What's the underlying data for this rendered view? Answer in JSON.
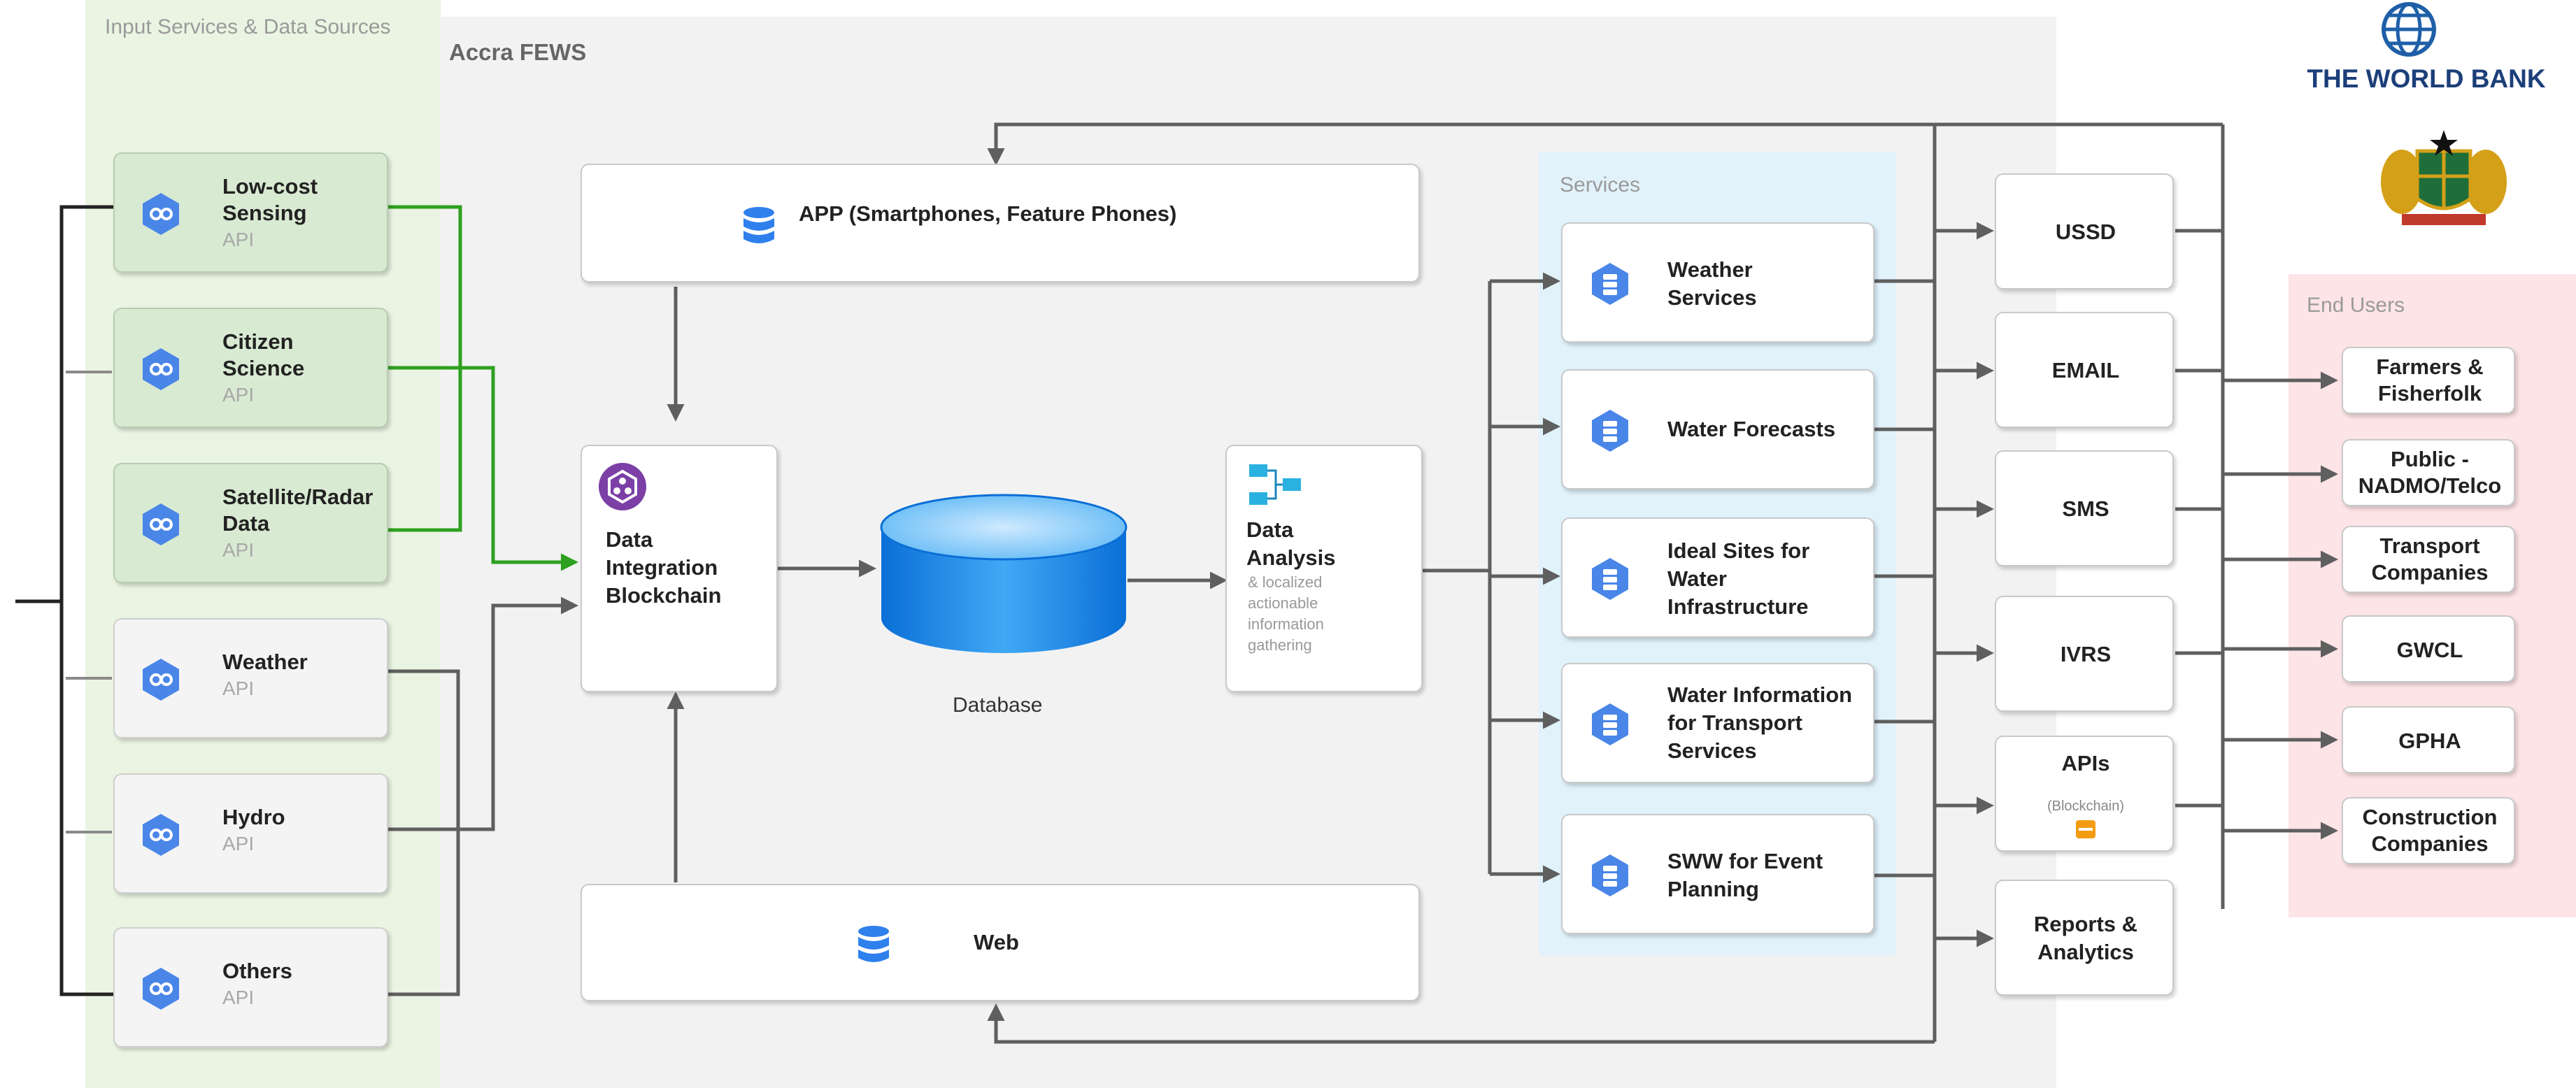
{
  "zones": {
    "input": "Input Services & Data Sources",
    "system": "Accra FEWS",
    "services": "Services",
    "end_users": "End Users"
  },
  "logos": {
    "world_bank": "THE WORLD BANK"
  },
  "inputs": [
    {
      "title": "Low-cost\nSensing",
      "sub": "API"
    },
    {
      "title": "Citizen\nScience",
      "sub": "API"
    },
    {
      "title": "Satellite/Radar\nData",
      "sub": "API"
    },
    {
      "title": "Weather",
      "sub": "API"
    },
    {
      "title": "Hydro",
      "sub": "API"
    },
    {
      "title": "Others",
      "sub": "API"
    }
  ],
  "app": "APP (Smartphones, Feature Phones)",
  "web": "Web",
  "integration": "Data\nIntegration\nBlockchain",
  "database": "Database",
  "analysis": {
    "title": "Data\nAnalysis",
    "sub": "& localized\nactionable\ninformation\ngathering"
  },
  "services": [
    "Weather\nServices",
    "Water Forecasts",
    "Ideal Sites for\nWater\nInfrastructure",
    "Water Information\nfor Transport\nServices",
    "SWW for Event\nPlanning"
  ],
  "channels": [
    "USSD",
    "EMAIL",
    "SMS",
    "IVRS",
    "APIs",
    "Reports &\nAnalytics"
  ],
  "channel_apis_sub": "(Blockchain)",
  "end_users": [
    "Farmers &\nFisherfolk",
    "Public -\nNADMO/Telco",
    "Transport\nCompanies",
    "GWCL",
    "GPHA",
    "Construction\nCompanies"
  ],
  "colors": {
    "input_zone": "#eaf4e2",
    "system_zone": "#f2f2f2",
    "services_zone": "#e1f2fb",
    "end_users_zone": "#fde4e6",
    "green_card": "#d9ead3",
    "google_blue": "#4a86e8",
    "connector": "#5f5f5f",
    "green_connector": "#2ea01f"
  },
  "icons": {
    "input": "google-cloud-endpoints-hex-icon",
    "service": "google-cloud-storage-hex-icon",
    "app": "database-icon",
    "integration": "blockchain-hexagon-icon",
    "analysis": "dataflow-icon",
    "apis": "api-token-icon"
  }
}
